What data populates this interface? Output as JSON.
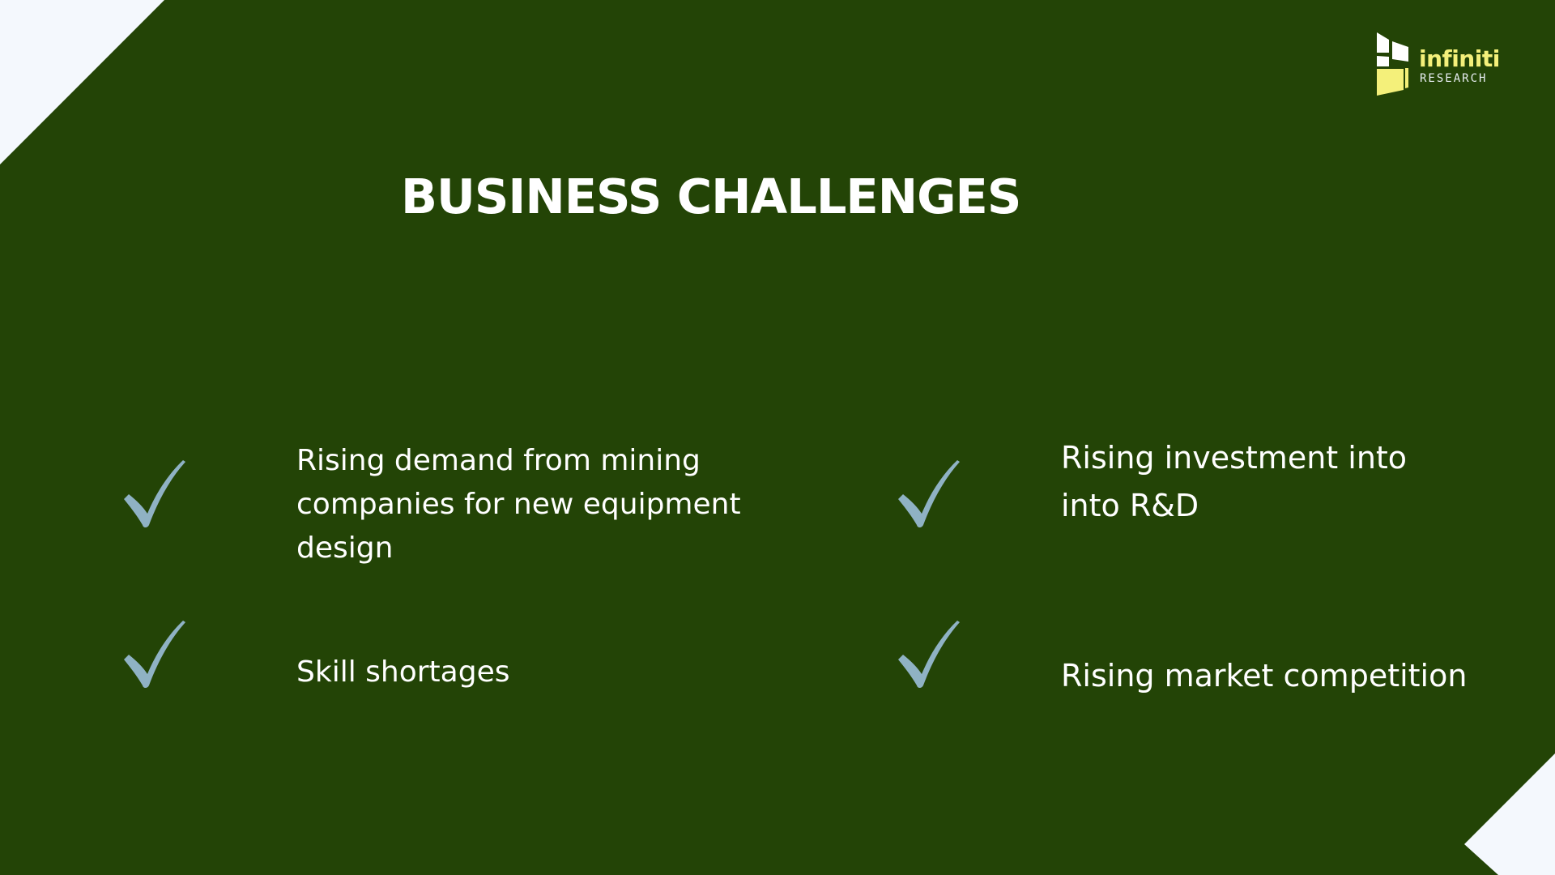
{
  "colors": {
    "background": "#234406",
    "corner": "#f4f8fd",
    "check": "#8fb2c4",
    "logo_accent": "#f4f07a"
  },
  "title": "BUSINESS CHALLENGES",
  "logo": {
    "name": "infiniti",
    "subtitle": "RESEARCH",
    "icon": "infiniti-logo-icon"
  },
  "challenges": [
    {
      "icon": "check-icon",
      "text": "Rising demand from mining companies for new equipment design"
    },
    {
      "icon": "check-icon",
      "text": "Rising investment into into R&D"
    },
    {
      "icon": "check-icon",
      "text": "Skill shortages"
    },
    {
      "icon": "check-icon",
      "text": "Rising market competition"
    }
  ]
}
